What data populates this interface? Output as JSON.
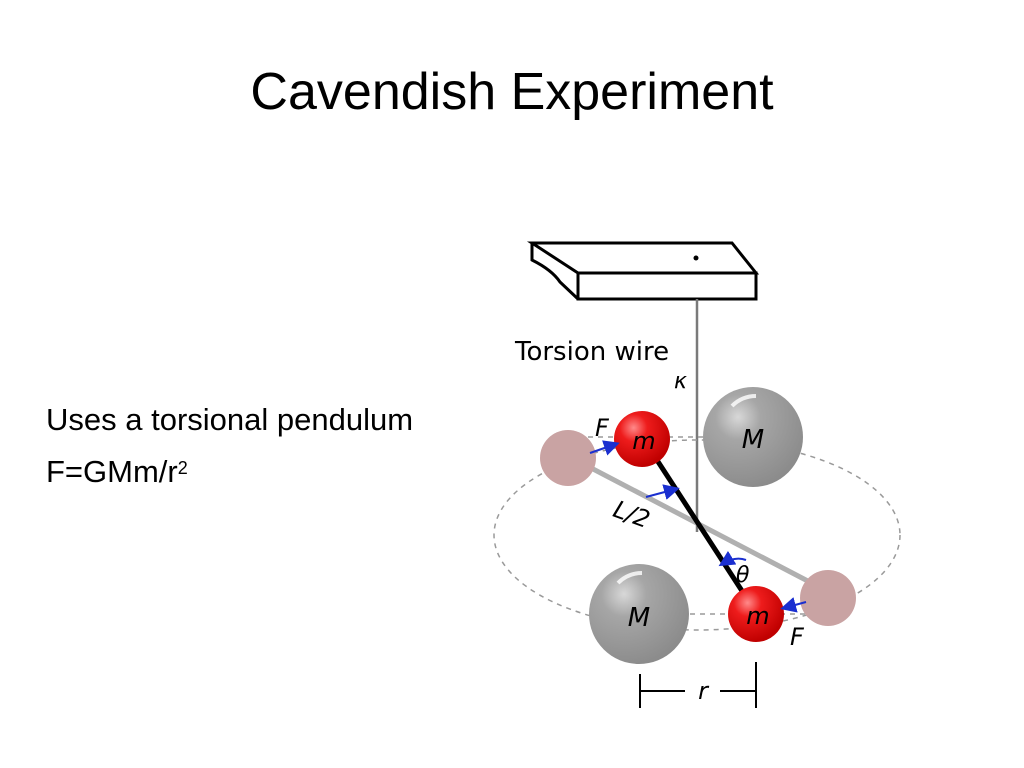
{
  "slide": {
    "title": "Cavendish Experiment",
    "bullets": {
      "line1": "Uses a torsional pendulum",
      "line2_main": "F=GMm/r",
      "line2_sup": "2"
    }
  },
  "diagram": {
    "wire_label": "Torsion wire",
    "kappa_label": "κ",
    "force_label_top": "F",
    "force_label_bottom": "F",
    "small_mass_top": "m",
    "small_mass_bottom": "m",
    "large_mass_top": "M",
    "large_mass_bottom": "M",
    "half_length_label": "L/2",
    "angle_label": "θ",
    "distance_label": "r",
    "colors": {
      "small_mass": "#e11414",
      "large_mass": "#9a9a9a",
      "ghost_mass": "#c9a3a3",
      "arrow": "#1a2fd0",
      "rod": "#000000",
      "wire": "#7a7a7a"
    }
  }
}
